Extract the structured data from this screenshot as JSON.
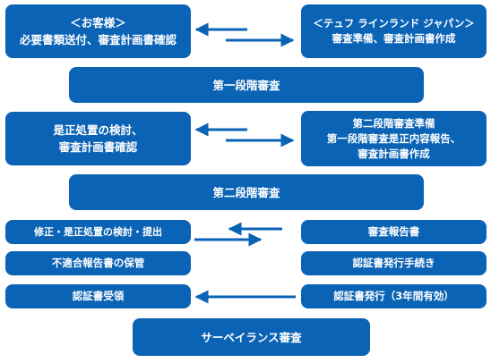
{
  "colors": {
    "box": "#0b63b5",
    "text": "#ffffff",
    "arrow": "#0b63b5"
  },
  "client": {
    "header": "＜お客様＞",
    "r1": "必要書類送付、審査計画書確認",
    "r2": [
      "是正処置の検討、",
      "審査計画書確認"
    ],
    "r3": "修正・是正処置の検討・提出",
    "r4": "不適合報告書の保管",
    "r5": "認証書受領"
  },
  "org": {
    "header": "＜テュフ ラインランド ジャパン＞",
    "r1": "審査準備、審査計画書作成",
    "r2": [
      "第二段階審査準備",
      "第一段階審査是正内容報告、",
      "審査計画書作成"
    ],
    "r3": "審査報告書",
    "r4": "認証書発行手続き",
    "r5": "認証書発行（3年間有効）"
  },
  "stages": {
    "first": "第一段階審査",
    "second": "第二段階審査",
    "surveillance": "サーベイランス審査"
  }
}
